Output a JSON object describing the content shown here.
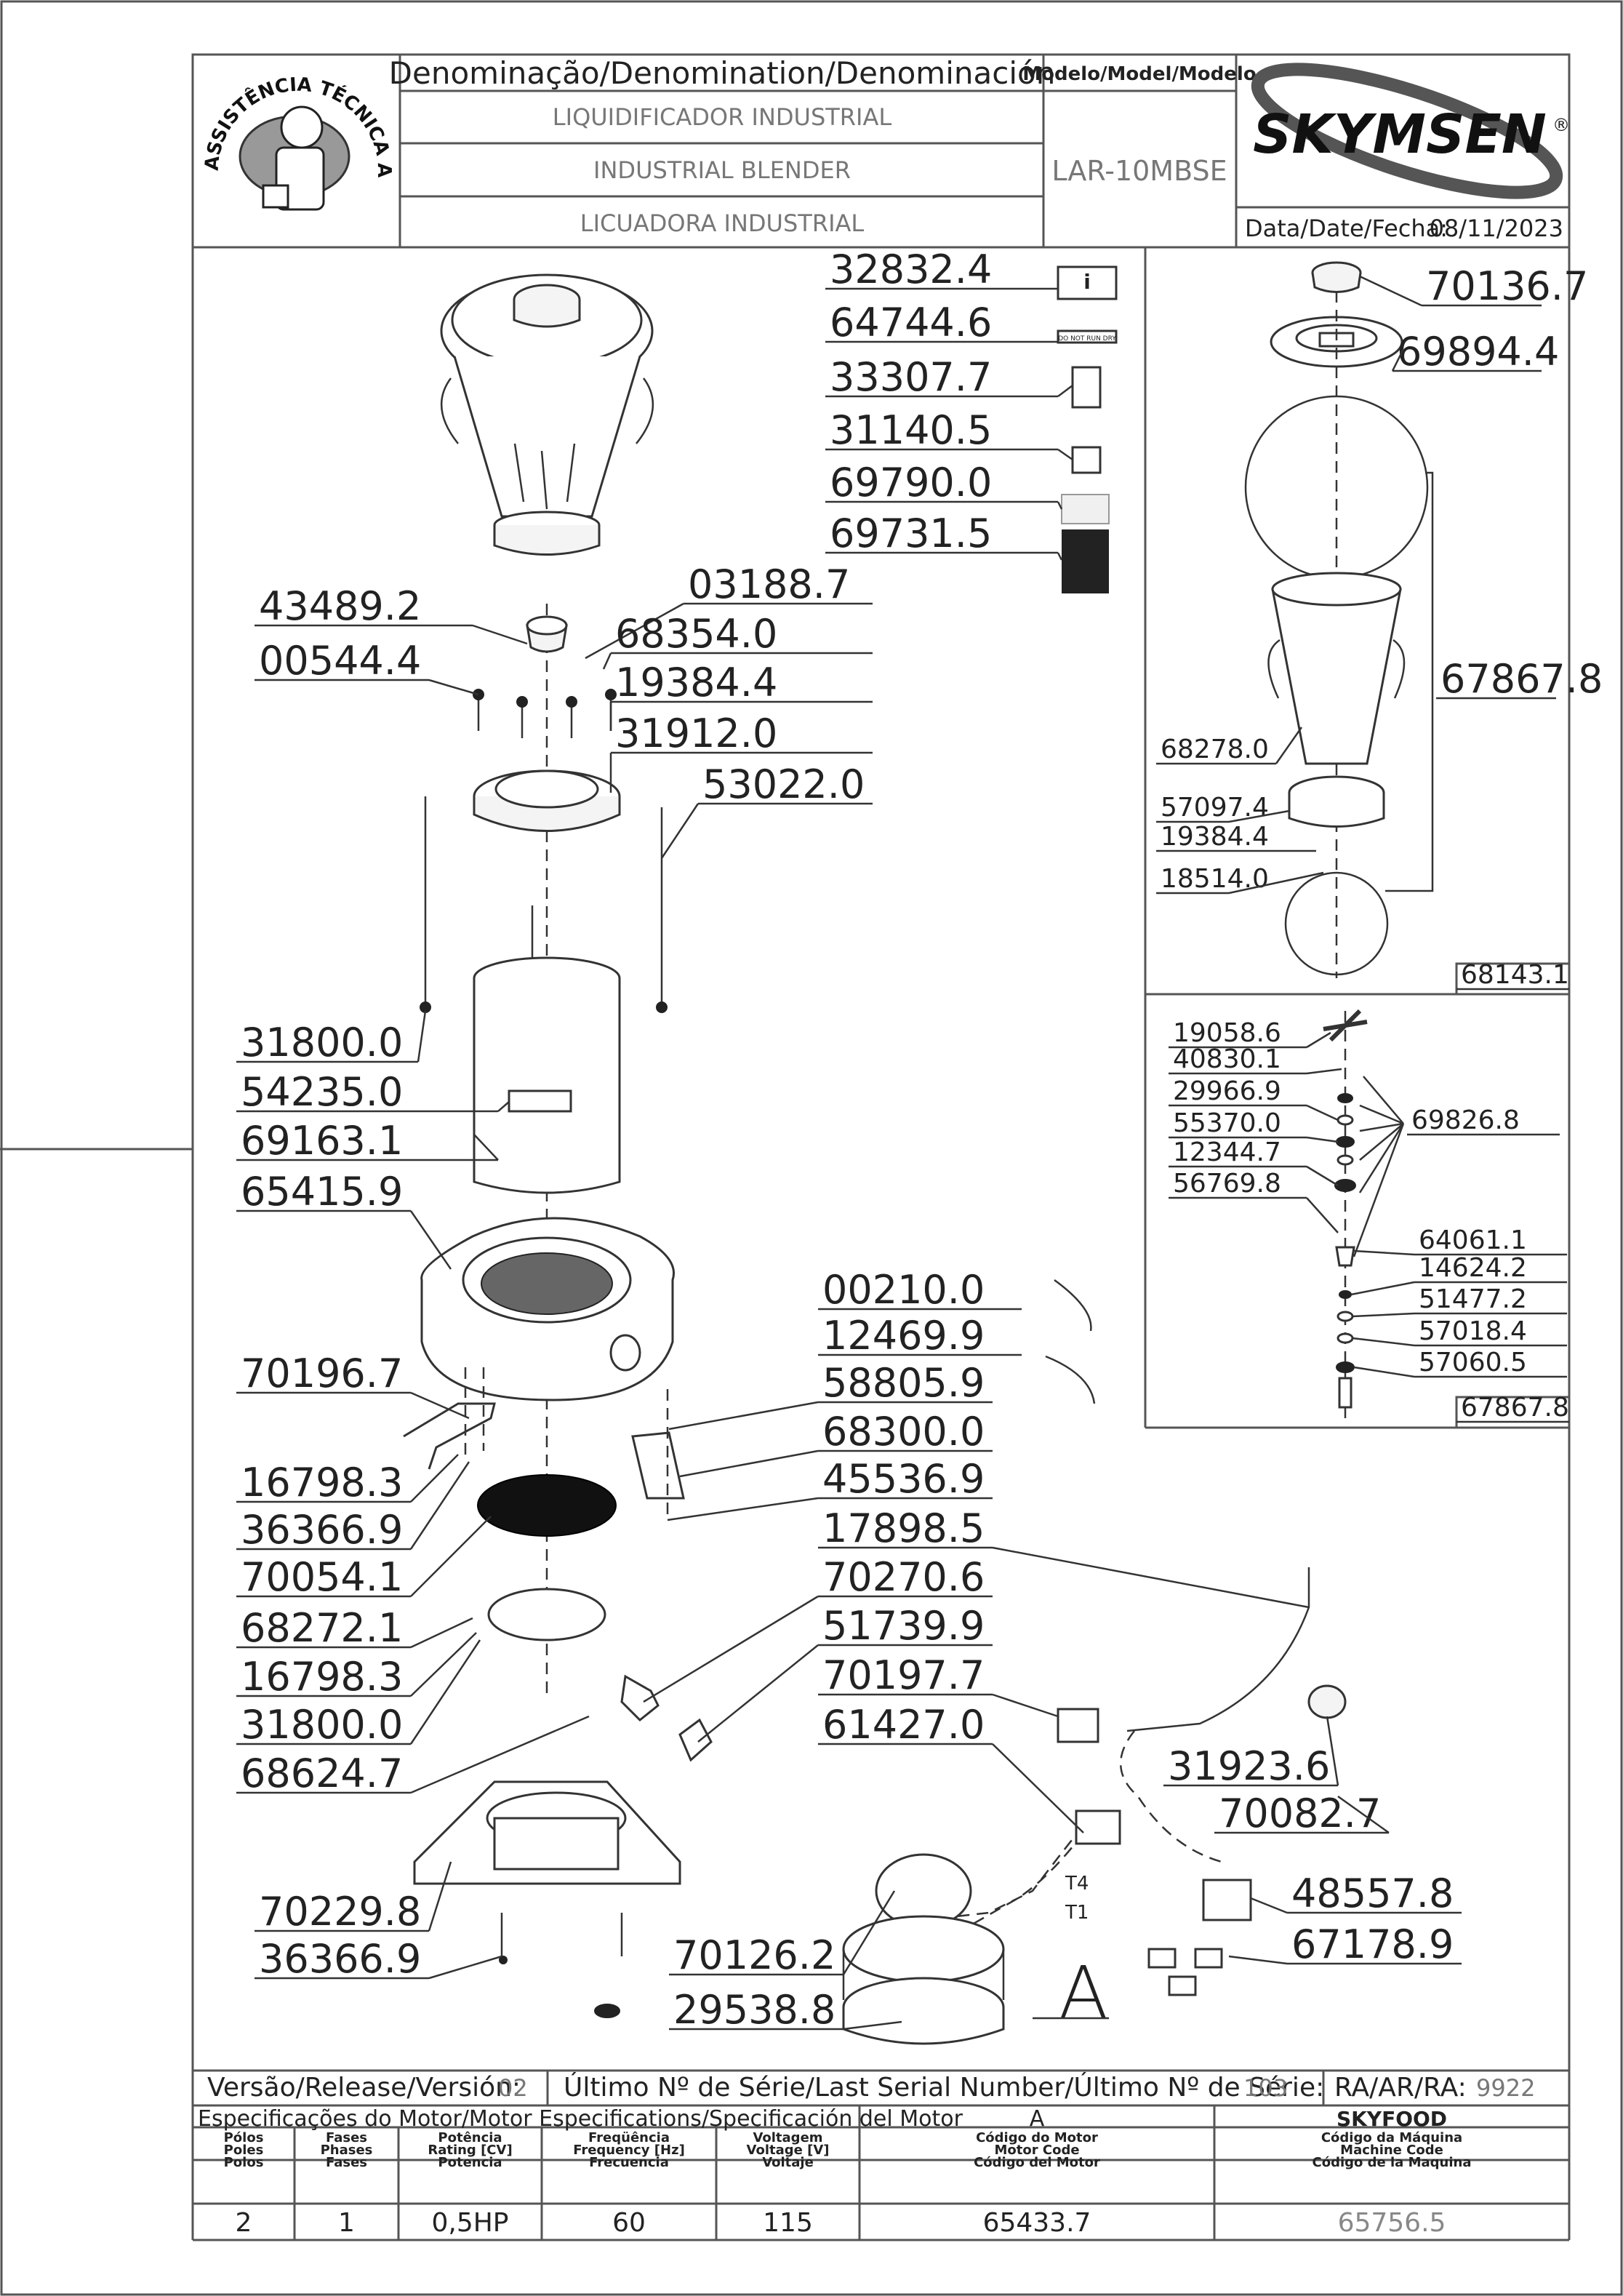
{
  "header": {
    "denomination_label": "Denominação/Denomination/Denominación",
    "name_pt": "LIQUIDIFICADOR INDUSTRIAL",
    "name_en": "INDUSTRIAL BLENDER",
    "name_es": "LICUADORA INDUSTRIAL",
    "model_label": "Modelo/Model/Modelo",
    "model_value": "LAR-10MBSE",
    "brand": "SKYMSEN",
    "brand_mark": "®",
    "date_label": "Data/Date/Fecha:",
    "date_value": "08/11/2023",
    "seal_text": "ASSISTÊNCIA TÉCNICA AUTORIZADA"
  },
  "parts": {
    "left": [
      {
        "id": "43489.2"
      },
      {
        "id": "00544.4"
      },
      {
        "id": "03188.7"
      },
      {
        "id": "68354.0"
      },
      {
        "id": "19384.4"
      },
      {
        "id": "31912.0"
      },
      {
        "id": "53022.0"
      },
      {
        "id": "31800.0"
      },
      {
        "id": "54235.0"
      },
      {
        "id": "69163.1"
      },
      {
        "id": "65415.9"
      },
      {
        "id": "70196.7"
      },
      {
        "id": "16798.3"
      },
      {
        "id": "36366.9"
      },
      {
        "id": "70054.1"
      },
      {
        "id": "68272.1"
      },
      {
        "id": "16798.3"
      },
      {
        "id": "31800.0"
      },
      {
        "id": "68624.7"
      },
      {
        "id": "70229.8"
      },
      {
        "id": "36366.9"
      }
    ],
    "labels": [
      {
        "id": "32832.4"
      },
      {
        "id": "64744.6"
      },
      {
        "id": "33307.7"
      },
      {
        "id": "31140.5"
      },
      {
        "id": "69790.0"
      },
      {
        "id": "69731.5"
      }
    ],
    "middle": [
      {
        "id": "00210.0"
      },
      {
        "id": "12469.9"
      },
      {
        "id": "58805.9"
      },
      {
        "id": "68300.0"
      },
      {
        "id": "45536.9"
      },
      {
        "id": "17898.5"
      },
      {
        "id": "70270.6"
      },
      {
        "id": "51739.9"
      },
      {
        "id": "70197.7"
      },
      {
        "id": "61427.0"
      },
      {
        "id": "31923.6"
      },
      {
        "id": "70082.7"
      },
      {
        "id": "48557.8"
      },
      {
        "id": "67178.9"
      },
      {
        "id": "70126.2"
      },
      {
        "id": "29538.8"
      }
    ],
    "cup": [
      {
        "id": "70136.7"
      },
      {
        "id": "69894.4"
      },
      {
        "id": "67867.8"
      },
      {
        "id": "68278.0"
      },
      {
        "id": "57097.4"
      },
      {
        "id": "19384.4"
      },
      {
        "id": "18514.0"
      },
      {
        "id": "68143.1"
      }
    ],
    "blade": [
      {
        "id": "19058.6"
      },
      {
        "id": "40830.1"
      },
      {
        "id": "29966.9"
      },
      {
        "id": "55370.0"
      },
      {
        "id": "12344.7"
      },
      {
        "id": "56769.8"
      },
      {
        "id": "69826.8"
      },
      {
        "id": "64061.1"
      },
      {
        "id": "14624.2"
      },
      {
        "id": "51477.2"
      },
      {
        "id": "57018.4"
      },
      {
        "id": "57060.5"
      },
      {
        "id": "67867.8"
      }
    ],
    "motor_callout": "A",
    "wire_t4": "T4",
    "wire_t1": "T1",
    "dry_label": "DO NOT RUN DRY"
  },
  "footer": {
    "release_label": "Versão/Release/Versión:",
    "release_value": "02",
    "serial_label": "Último Nº de Série/Last Serial Number/Último Nº de Série:",
    "serial_value": "103",
    "ra_label": "RA/AR/RA:",
    "ra_value": "9922",
    "motor_spec_label": "Especificações do Motor/Motor Especifications/Specificación del Motor",
    "motor_letter": "A",
    "brand_code": "SKYFOOD",
    "columns": [
      {
        "pt": "Pólos",
        "en": "Poles",
        "es": "Polos",
        "value": "2"
      },
      {
        "pt": "Fases",
        "en": "Phases",
        "es": "Fases",
        "value": "1"
      },
      {
        "pt": "Potência",
        "en": "Rating [CV]",
        "es": "Potencia",
        "value": "0,5HP"
      },
      {
        "pt": "Freqüência",
        "en": "Frequency [Hz]",
        "es": "Frecuencia",
        "value": "60"
      },
      {
        "pt": "Voltagem",
        "en": "Voltage [V]",
        "es": "Voltaje",
        "value": "115"
      },
      {
        "pt": "Código do Motor",
        "en": "Motor Code",
        "es": "Código del Motor",
        "value": "65433.7"
      },
      {
        "pt": "Código da Máquina",
        "en": "Machine Code",
        "es": "Código de la Maquina",
        "value": "65756.5"
      }
    ]
  }
}
